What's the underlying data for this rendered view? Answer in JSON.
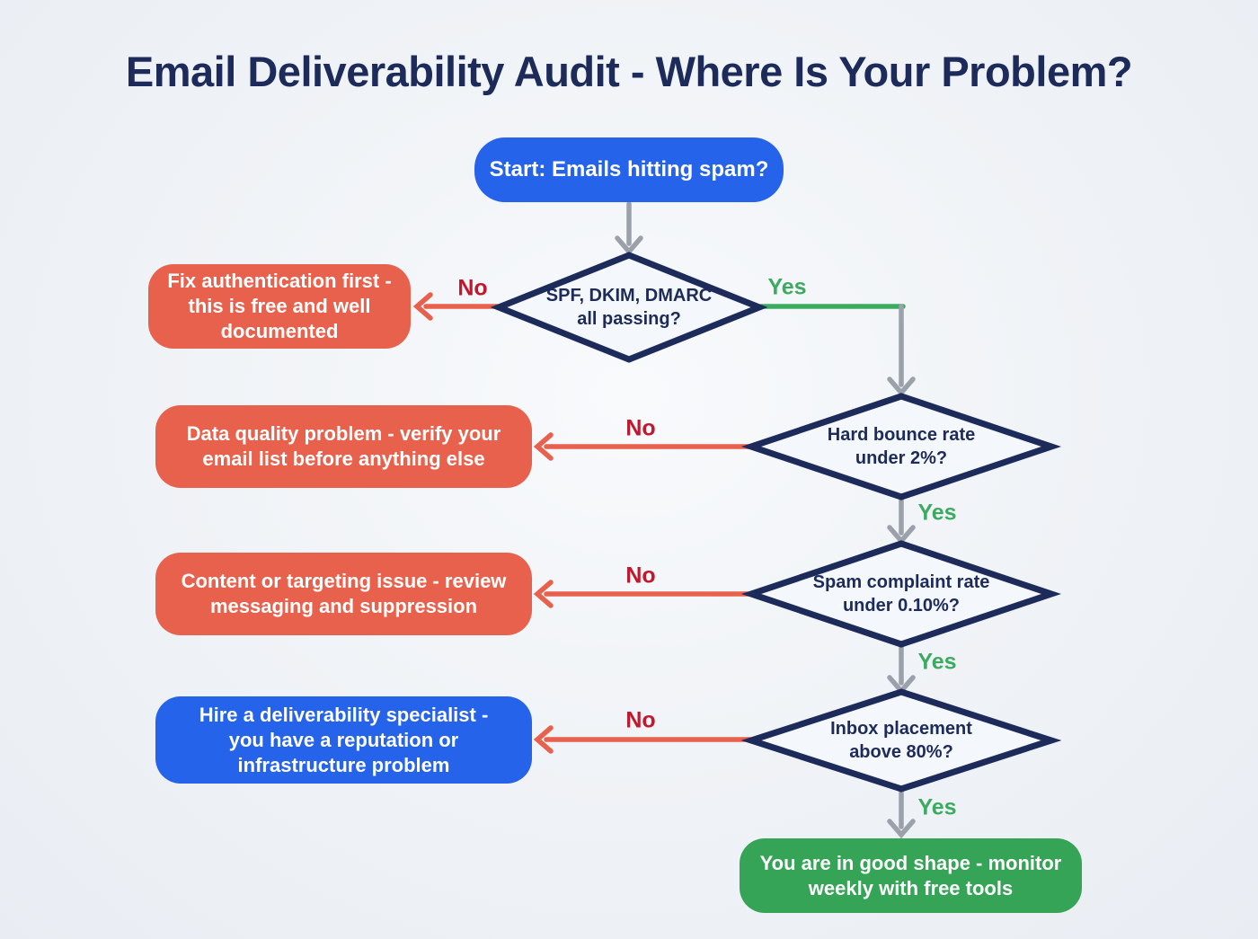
{
  "title": "Email Deliverability Audit - Where Is Your Problem?",
  "colors": {
    "background": "#eff2f6",
    "navy": "#1c2b5a",
    "blue": "#2563eb",
    "red": "#e8614d",
    "red-dark": "#c0182d",
    "green": "#35a456",
    "green-label": "#3cab61",
    "gray": "#9aa1ab",
    "diamond-fill": "#f4f7fb"
  },
  "flowchart": {
    "start": {
      "label": "Start: Emails hitting spam?"
    },
    "decisions": [
      {
        "question": "SPF, DKIM, DMARC all passing?",
        "no": "No",
        "yes": "Yes"
      },
      {
        "question": "Hard bounce rate under 2%?",
        "no": "No",
        "yes": "Yes"
      },
      {
        "question": "Spam complaint rate under 0.10%?",
        "no": "No",
        "yes": "Yes"
      },
      {
        "question": "Inbox placement above 80%?",
        "no": "No",
        "yes": "Yes"
      }
    ],
    "outcomes": [
      {
        "text": "Fix authentication first - this is free and well documented",
        "severity": "problem"
      },
      {
        "text": "Data quality problem - verify your email list before anything else",
        "severity": "problem"
      },
      {
        "text": "Content or targeting issue - review messaging and suppression",
        "severity": "problem"
      },
      {
        "text": "Hire a deliverability specialist - you have a reputation or infrastructure problem",
        "severity": "action"
      },
      {
        "text": "You are in good shape - monitor weekly with free tools",
        "severity": "good"
      }
    ]
  }
}
